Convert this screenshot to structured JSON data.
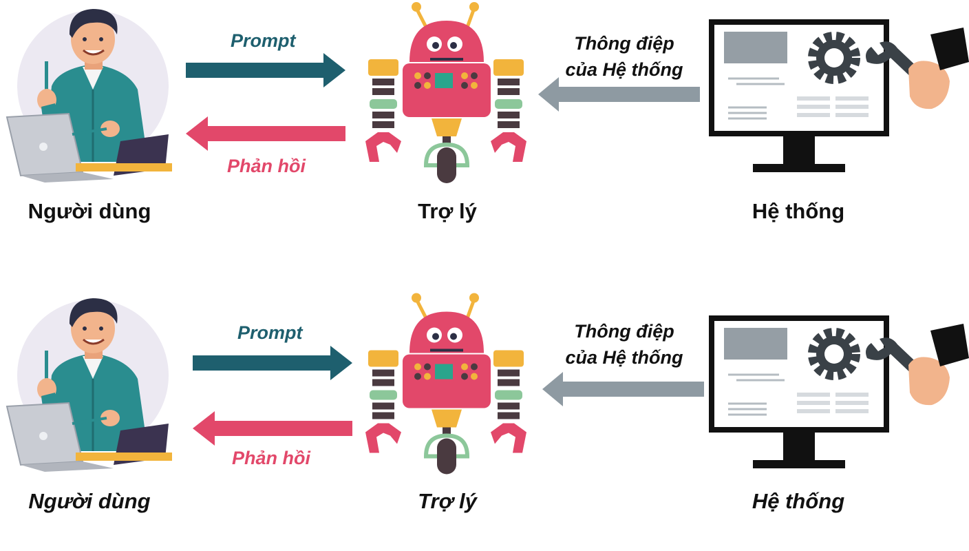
{
  "colors": {
    "prompt": "#1e5f6e",
    "response": "#e2486a",
    "system_msg": "#8e9aa2",
    "robot_body": "#e2486a",
    "robot_accent": "#f2b43c",
    "robot_joint": "#8cc79a",
    "robot_dark": "#4a3a40",
    "shirt": "#2a8d8f",
    "monitor": "#111111"
  },
  "rows": [
    {
      "prompt_label": "Prompt",
      "response_label": "Phản hồi",
      "system_message": [
        "Thông điệp",
        "của Hệ thống"
      ],
      "user_caption": "Người dùng",
      "assistant_caption": "Trợ lý",
      "system_caption": "Hệ thống"
    },
    {
      "prompt_label": "Prompt",
      "response_label": "Phản hồi",
      "system_message": [
        "Thông điệp",
        "của Hệ thống"
      ],
      "user_caption": "Người dùng",
      "assistant_caption": "Trợ lý",
      "system_caption": "Hệ thống"
    }
  ],
  "icons": [
    "user-at-laptop-icon",
    "robot-assistant-icon",
    "monitor-with-gear-icon",
    "wrench-hand-icon"
  ]
}
